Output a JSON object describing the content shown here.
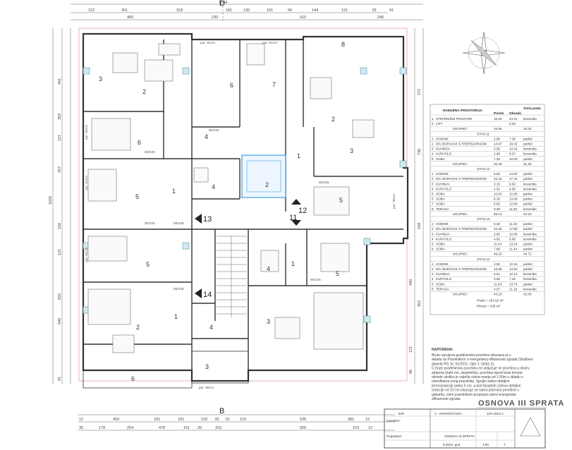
{
  "plan": {
    "section_mark_top": "D",
    "section_mark_bottom": "B",
    "top_dims_row1": [
      "122",
      "201",
      "318",
      "181",
      "130",
      "101",
      "94",
      "144",
      "121",
      "81",
      "91"
    ],
    "top_dims_row2": [
      "460",
      "230",
      "510",
      "240"
    ],
    "top_total": "1544",
    "bottom_dims_row1": [
      "12",
      "493",
      "181",
      "181",
      "133",
      "81",
      "51",
      "215",
      "536",
      "281",
      "12"
    ],
    "bottom_dims_row2": [
      "35",
      "178",
      "254",
      "478",
      "151",
      "20",
      "315",
      "556",
      "219",
      "12"
    ],
    "left_dims": [
      "441",
      "359",
      "121",
      "167",
      "156",
      "121",
      "632",
      "540",
      "91"
    ],
    "left_total": "1626",
    "right_dims": [
      "272",
      "730",
      "169",
      "440",
      "452",
      "121",
      "96"
    ],
    "rooms": [
      {
        "id": "r3a",
        "label": "3"
      },
      {
        "id": "r2a",
        "label": "2"
      },
      {
        "id": "r6a",
        "label": "6"
      },
      {
        "id": "r7",
        "label": "7"
      },
      {
        "id": "r8",
        "label": "8"
      },
      {
        "id": "r2b",
        "label": "2"
      },
      {
        "id": "r3b",
        "label": "3"
      },
      {
        "id": "r6b",
        "label": "6"
      },
      {
        "id": "r4a",
        "label": "4"
      },
      {
        "id": "r1a",
        "label": "1"
      },
      {
        "id": "r5a",
        "label": "5"
      },
      {
        "id": "r4b",
        "label": "4"
      },
      {
        "id": "r2c",
        "label": "2"
      },
      {
        "id": "r1b",
        "label": "1"
      },
      {
        "id": "r5b",
        "label": "5"
      },
      {
        "id": "r5c",
        "label": "5"
      },
      {
        "id": "r1c",
        "label": "1"
      },
      {
        "id": "r4c",
        "label": "4"
      },
      {
        "id": "r5d",
        "label": "5"
      },
      {
        "id": "r2d",
        "label": "2"
      },
      {
        "id": "r1d",
        "label": "1"
      },
      {
        "id": "r4d",
        "label": "4"
      },
      {
        "id": "r3c",
        "label": "3"
      },
      {
        "id": "r6c",
        "label": "6"
      },
      {
        "id": "r3d",
        "label": "3"
      }
    ],
    "unit_markers": [
      "13",
      "12",
      "11",
      "14"
    ],
    "small_labels": [
      "par. 91cm",
      "par. 91cm",
      "par. 90cm",
      "par. 94cm",
      "par. 91cm",
      "par. 90cm",
      "par. 90cm",
      "80/225",
      "80/225",
      "80/225",
      "85/225",
      "80/225",
      "85/225",
      "90/225"
    ]
  },
  "table": {
    "headers": [
      "NAMJENA PROSTORIJA",
      "Pov/m",
      "Obrada",
      "Vrsta poda"
    ],
    "rows": [
      [
        "1",
        "STEPENIŠNI PROSTOR",
        "16.30",
        "24.91",
        "keramika"
      ],
      [
        "2",
        "LIFT",
        "",
        "5.05",
        ""
      ],
      [
        "",
        "UKUPNO:",
        "16.95",
        "",
        "18.44"
      ],
      [
        "",
        "STAN 11",
        "",
        "",
        ""
      ],
      [
        "1",
        "HODNIK",
        "2.86",
        "7.26",
        "parket"
      ],
      [
        "2",
        "DN. BORAVAK S TREPEZARIJOM",
        "14.97",
        "18.32",
        "parket"
      ],
      [
        "3",
        "KUHINJA",
        "3.65",
        "10.16",
        "keramika"
      ],
      [
        "4",
        "KUPATILO",
        "2.96",
        "8.07",
        "keramika"
      ],
      [
        "5",
        "SOBA",
        "7.30",
        "10.60",
        "parket"
      ],
      [
        "",
        "UKUPNO:",
        "32.29",
        "",
        "31.28"
      ],
      [
        "",
        "STAN 12",
        "",
        "",
        ""
      ],
      [
        "1",
        "HODNIK",
        "6.56",
        "14.00",
        "parket"
      ],
      [
        "2",
        "DN. BORAVAK S TREPEZARIJOM",
        "15.43",
        "17.34",
        "parket"
      ],
      [
        "3",
        "KUHINJA",
        "3.16",
        "9.62",
        "keramika"
      ],
      [
        "4",
        "KUPATILO",
        "4.52",
        "8.00",
        "keramika"
      ],
      [
        "5",
        "SOBA",
        "10.00",
        "12.88",
        "parket"
      ],
      [
        "6",
        "SOBA",
        "8.35",
        "13.06",
        "parket"
      ],
      [
        "7",
        "SOBA",
        "8.55",
        "12.80",
        "parket"
      ],
      [
        "8",
        "TERASA",
        "9.30",
        "11.50",
        "keramika"
      ],
      [
        "",
        "UKUPNO:",
        "66.13",
        "",
        "64.20"
      ],
      [
        "",
        "STAN 13",
        "",
        "",
        ""
      ],
      [
        "1",
        "HODNIK",
        "5.36",
        "11.34",
        "parket"
      ],
      [
        "2",
        "DN. BORAVAK S TREPEZARIJOM",
        "15.45",
        "17.86",
        "parket"
      ],
      [
        "3",
        "KUHINJA",
        "2.66",
        "10.06",
        "keramika"
      ],
      [
        "4",
        "KUPATILO",
        "4.65",
        "8.66",
        "keramika"
      ],
      [
        "5",
        "SOBA",
        "11.44",
        "13.24",
        "parket"
      ],
      [
        "6",
        "SOBA",
        "7.66",
        "11.44",
        "parket"
      ],
      [
        "",
        "UKUPNO:",
        "46.18",
        "",
        "46.72"
      ],
      [
        "",
        "STAN 14",
        "",
        "",
        ""
      ],
      [
        "1",
        "HODNIK",
        "4.60",
        "10.16",
        "parket"
      ],
      [
        "2",
        "DN. BORAVAK S TREPEZARIJOM",
        "15.65",
        "14.90",
        "parket"
      ],
      [
        "3",
        "KUHINJA",
        "6.61",
        "10.12",
        "keramika"
      ],
      [
        "4",
        "KUPATILO",
        "3.56",
        "7.26",
        "keramika"
      ],
      [
        "5",
        "SOBA",
        "11.63",
        "13.74",
        "parket"
      ],
      [
        "6",
        "TERASA",
        "4.07",
        "11.16",
        "keramika"
      ]
    ],
    "total_row": [
      "",
      "UKUPNO:",
      "44.23",
      "",
      "42.00"
    ],
    "sum1": "Pneto = 201.62 m²",
    "sum2": "Pbruto = 245 m²"
  },
  "note": {
    "heading": "NAPOMENA:",
    "lines": [
      "Bruto razvijena građevinska površina iskazana je u",
      "skladu sa Pravilnikom o energetskoj efikasnosti zgrada (Službeni",
      "glasnik RS, br. 61/2011, član 2, tačka 3).",
      "U bruto građevinsku površinu ne uključuje se površina u okviru",
      "atrijuma (šaht-ovi, stepeništa), površina ispod kose krovne",
      "obrade ukoliko je svijetla visina manja od 1.50m u skladu s",
      "odredbama ovog pravilnika. Spoljni zidovi debljine",
      "termoizolacije preko 5 cm, a kod fasadnih zidova debljine",
      "izolacije od 10 cm iskazuje se samo polovina površine u",
      "gabaritu, ovim pravilnikom propisani uslovi energetske",
      "efikasnosti zgrada."
    ]
  },
  "title": "OSNOVA III SPRATA",
  "titleblock": {
    "project": "IDR",
    "part": "1 - ARHITEKTURA",
    "code": "1/IX-2024-1",
    "drawing": "OSNOVA III SPRATA",
    "date": "9.2024. god.",
    "scale": "1:50",
    "sheet": "7",
    "investor_label": "Investitor:",
    "designer_label": "Projektant:"
  }
}
